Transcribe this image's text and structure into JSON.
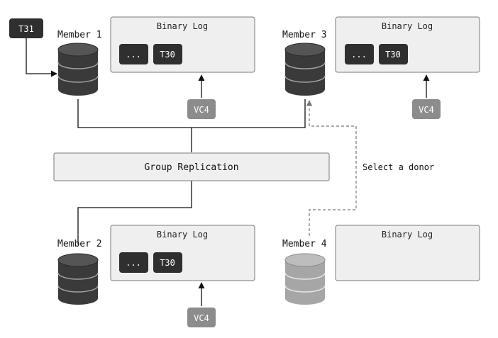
{
  "transaction_new": "T31",
  "members": [
    {
      "id": "member-1",
      "label": "Member 1"
    },
    {
      "id": "member-2",
      "label": "Member 2"
    },
    {
      "id": "member-3",
      "label": "Member 3"
    },
    {
      "id": "member-4",
      "label": "Member 4"
    }
  ],
  "binary_log": {
    "title": "Binary Log",
    "ellipsis": "...",
    "transaction": "T30"
  },
  "view_change": "VC4",
  "group_replication": "Group Replication",
  "donor_note": "Select a donor",
  "colors": {
    "box_fill": "#efefef",
    "box_stroke": "#7a7a7a",
    "chip_dark": "#2f2f2f",
    "chip_vc": "#8c8c8c",
    "db_dark": "#3a3a3a",
    "db_light": "#a6a6a6"
  }
}
